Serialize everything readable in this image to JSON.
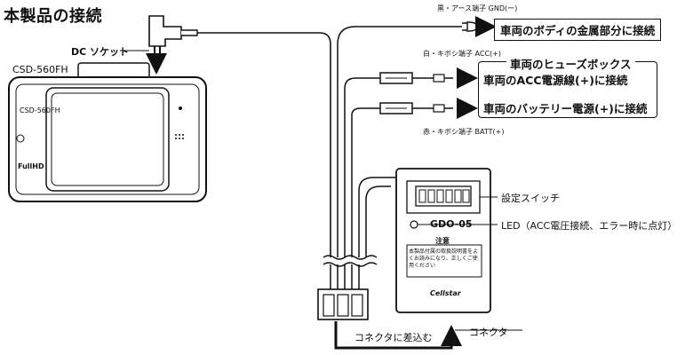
{
  "title": "本製品の接続",
  "dashcam": {
    "model_label": "CSD-560FH",
    "body_label": "CSD-560FH",
    "logo": "FullHD",
    "dc_socket_label": "DC ソケット"
  },
  "wires": {
    "gnd_label": "黒・アース端子 GND(ー)",
    "acc_label": "白・キボシ端子 ACC(+)",
    "batt_label": "赤・キボシ端子 BATT(+)"
  },
  "targets": {
    "gnd_box": "車両のボディの金属部分に接続",
    "fuse_box_title": "車両のヒューズボックス",
    "acc_box": "車両のACC電源線(+)に接続",
    "batt_box": "車両のバッテリー電源(+)に接続"
  },
  "unit": {
    "model": "GDO-05",
    "caution_title": "注意",
    "caution_text": "本製品付属の取扱説明書をよくお読みになり、正しくご使用ください",
    "brand": "Cellstar",
    "setting_switch_label": "設定スイッチ",
    "led_label": "LED（ACC電圧接続、エラー時に点灯）",
    "connector_label": "コネクタ"
  },
  "connector_instruction": "コネクタに差込む"
}
